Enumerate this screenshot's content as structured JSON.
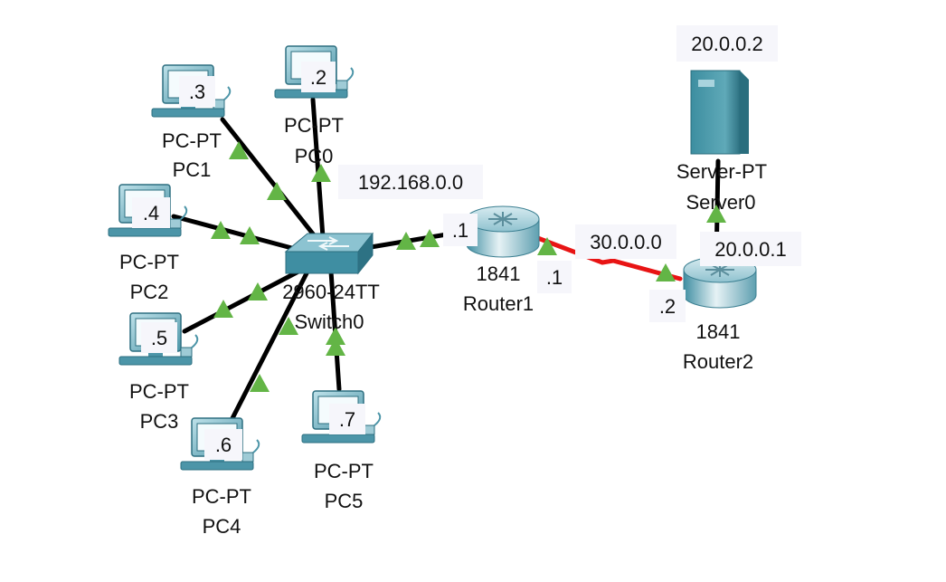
{
  "colors": {
    "cable": "#000000",
    "serial": "#e81414",
    "link_up": "#63b546",
    "device_teal": "#3f8ea2",
    "tag_bg": "#f6f6fb"
  },
  "pcs": [
    {
      "model": "PC-PT",
      "name": "PC0",
      "ip": ".2",
      "icon": "pc-icon"
    },
    {
      "model": "PC-PT",
      "name": "PC1",
      "ip": ".3",
      "icon": "pc-icon"
    },
    {
      "model": "PC-PT",
      "name": "PC2",
      "ip": ".4",
      "icon": "pc-icon"
    },
    {
      "model": "PC-PT",
      "name": "PC3",
      "ip": ".5",
      "icon": "pc-icon"
    },
    {
      "model": "PC-PT",
      "name": "PC4",
      "ip": ".6",
      "icon": "pc-icon"
    },
    {
      "model": "PC-PT",
      "name": "PC5",
      "ip": ".7",
      "icon": "pc-icon"
    }
  ],
  "switch": {
    "model": "2960-24TT",
    "name": "Switch0",
    "icon": "switch-icon"
  },
  "router1": {
    "model": "1841",
    "name": "Router1",
    "lan_ip": ".1",
    "wan_ip": ".1",
    "icon": "router-icon"
  },
  "router2": {
    "model": "1841",
    "name": "Router2",
    "wan_ip": ".2",
    "lan_ip": "20.0.0.1",
    "icon": "router-icon"
  },
  "server": {
    "model": "Server-PT",
    "name": "Server0",
    "ip": "20.0.0.2",
    "icon": "server-icon"
  },
  "networks": {
    "lan": "192.168.0.0",
    "wan": "30.0.0.0"
  }
}
